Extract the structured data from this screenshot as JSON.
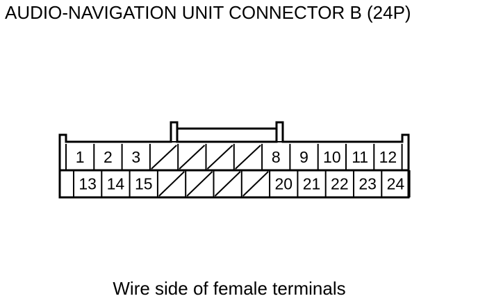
{
  "title": "AUDIO-NAVIGATION UNIT CONNECTOR B (24P)",
  "caption": "Wire side of female terminals",
  "connector": {
    "top_row": [
      {
        "label": "1",
        "empty": false
      },
      {
        "label": "2",
        "empty": false
      },
      {
        "label": "3",
        "empty": false
      },
      {
        "label": "",
        "empty": true
      },
      {
        "label": "",
        "empty": true
      },
      {
        "label": "",
        "empty": true
      },
      {
        "label": "",
        "empty": true
      },
      {
        "label": "8",
        "empty": false
      },
      {
        "label": "9",
        "empty": false
      },
      {
        "label": "10",
        "empty": false
      },
      {
        "label": "11",
        "empty": false
      },
      {
        "label": "12",
        "empty": false
      }
    ],
    "bottom_row": [
      {
        "label": "13",
        "empty": false
      },
      {
        "label": "14",
        "empty": false
      },
      {
        "label": "15",
        "empty": false
      },
      {
        "label": "",
        "empty": true
      },
      {
        "label": "",
        "empty": true
      },
      {
        "label": "",
        "empty": true
      },
      {
        "label": "",
        "empty": true
      },
      {
        "label": "20",
        "empty": false
      },
      {
        "label": "21",
        "empty": false
      },
      {
        "label": "22",
        "empty": false
      },
      {
        "label": "23",
        "empty": false
      },
      {
        "label": "24",
        "empty": false
      }
    ]
  }
}
